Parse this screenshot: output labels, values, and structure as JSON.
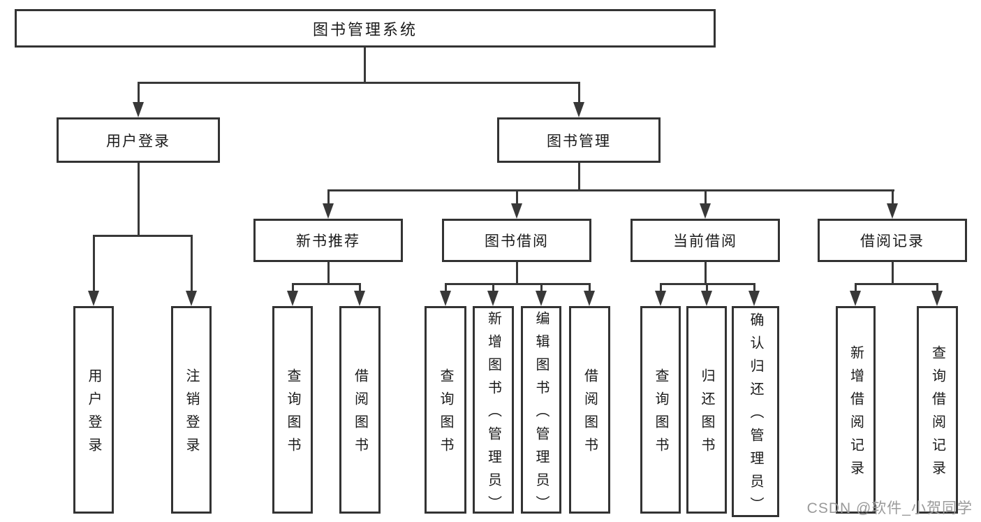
{
  "diagram": {
    "root": {
      "label": "图书管理系统"
    },
    "level2": [
      {
        "label": "用户登录"
      },
      {
        "label": "图书管理"
      }
    ],
    "level3": [
      {
        "label": "新书推荐"
      },
      {
        "label": "图书借阅"
      },
      {
        "label": "当前借阅"
      },
      {
        "label": "借阅记录"
      }
    ],
    "level4": {
      "user_login_children": [
        {
          "label": "用户登录"
        },
        {
          "label": "注销登录"
        }
      ],
      "new_book_children": [
        {
          "label": "查询图书"
        },
        {
          "label": "借阅图书"
        }
      ],
      "book_borrow_children": [
        {
          "label": "查询图书"
        },
        {
          "label": "新增图书（管理员）"
        },
        {
          "label": "编辑图书（管理员）"
        },
        {
          "label": "借阅图书"
        }
      ],
      "current_borrow_children": [
        {
          "label": "查询图书"
        },
        {
          "label": "归还图书"
        },
        {
          "label": "确认归还（管理员）"
        }
      ],
      "record_children": [
        {
          "label": "新增借阅记录"
        },
        {
          "label": "查询借阅记录"
        }
      ]
    }
  },
  "watermark": {
    "text": "CSDN @软件_小贺同学",
    "color": "#9a9a9a"
  },
  "colors": {
    "line": "#383838",
    "border": "#333333",
    "text": "#1a1a1a",
    "background": "#ffffff"
  }
}
